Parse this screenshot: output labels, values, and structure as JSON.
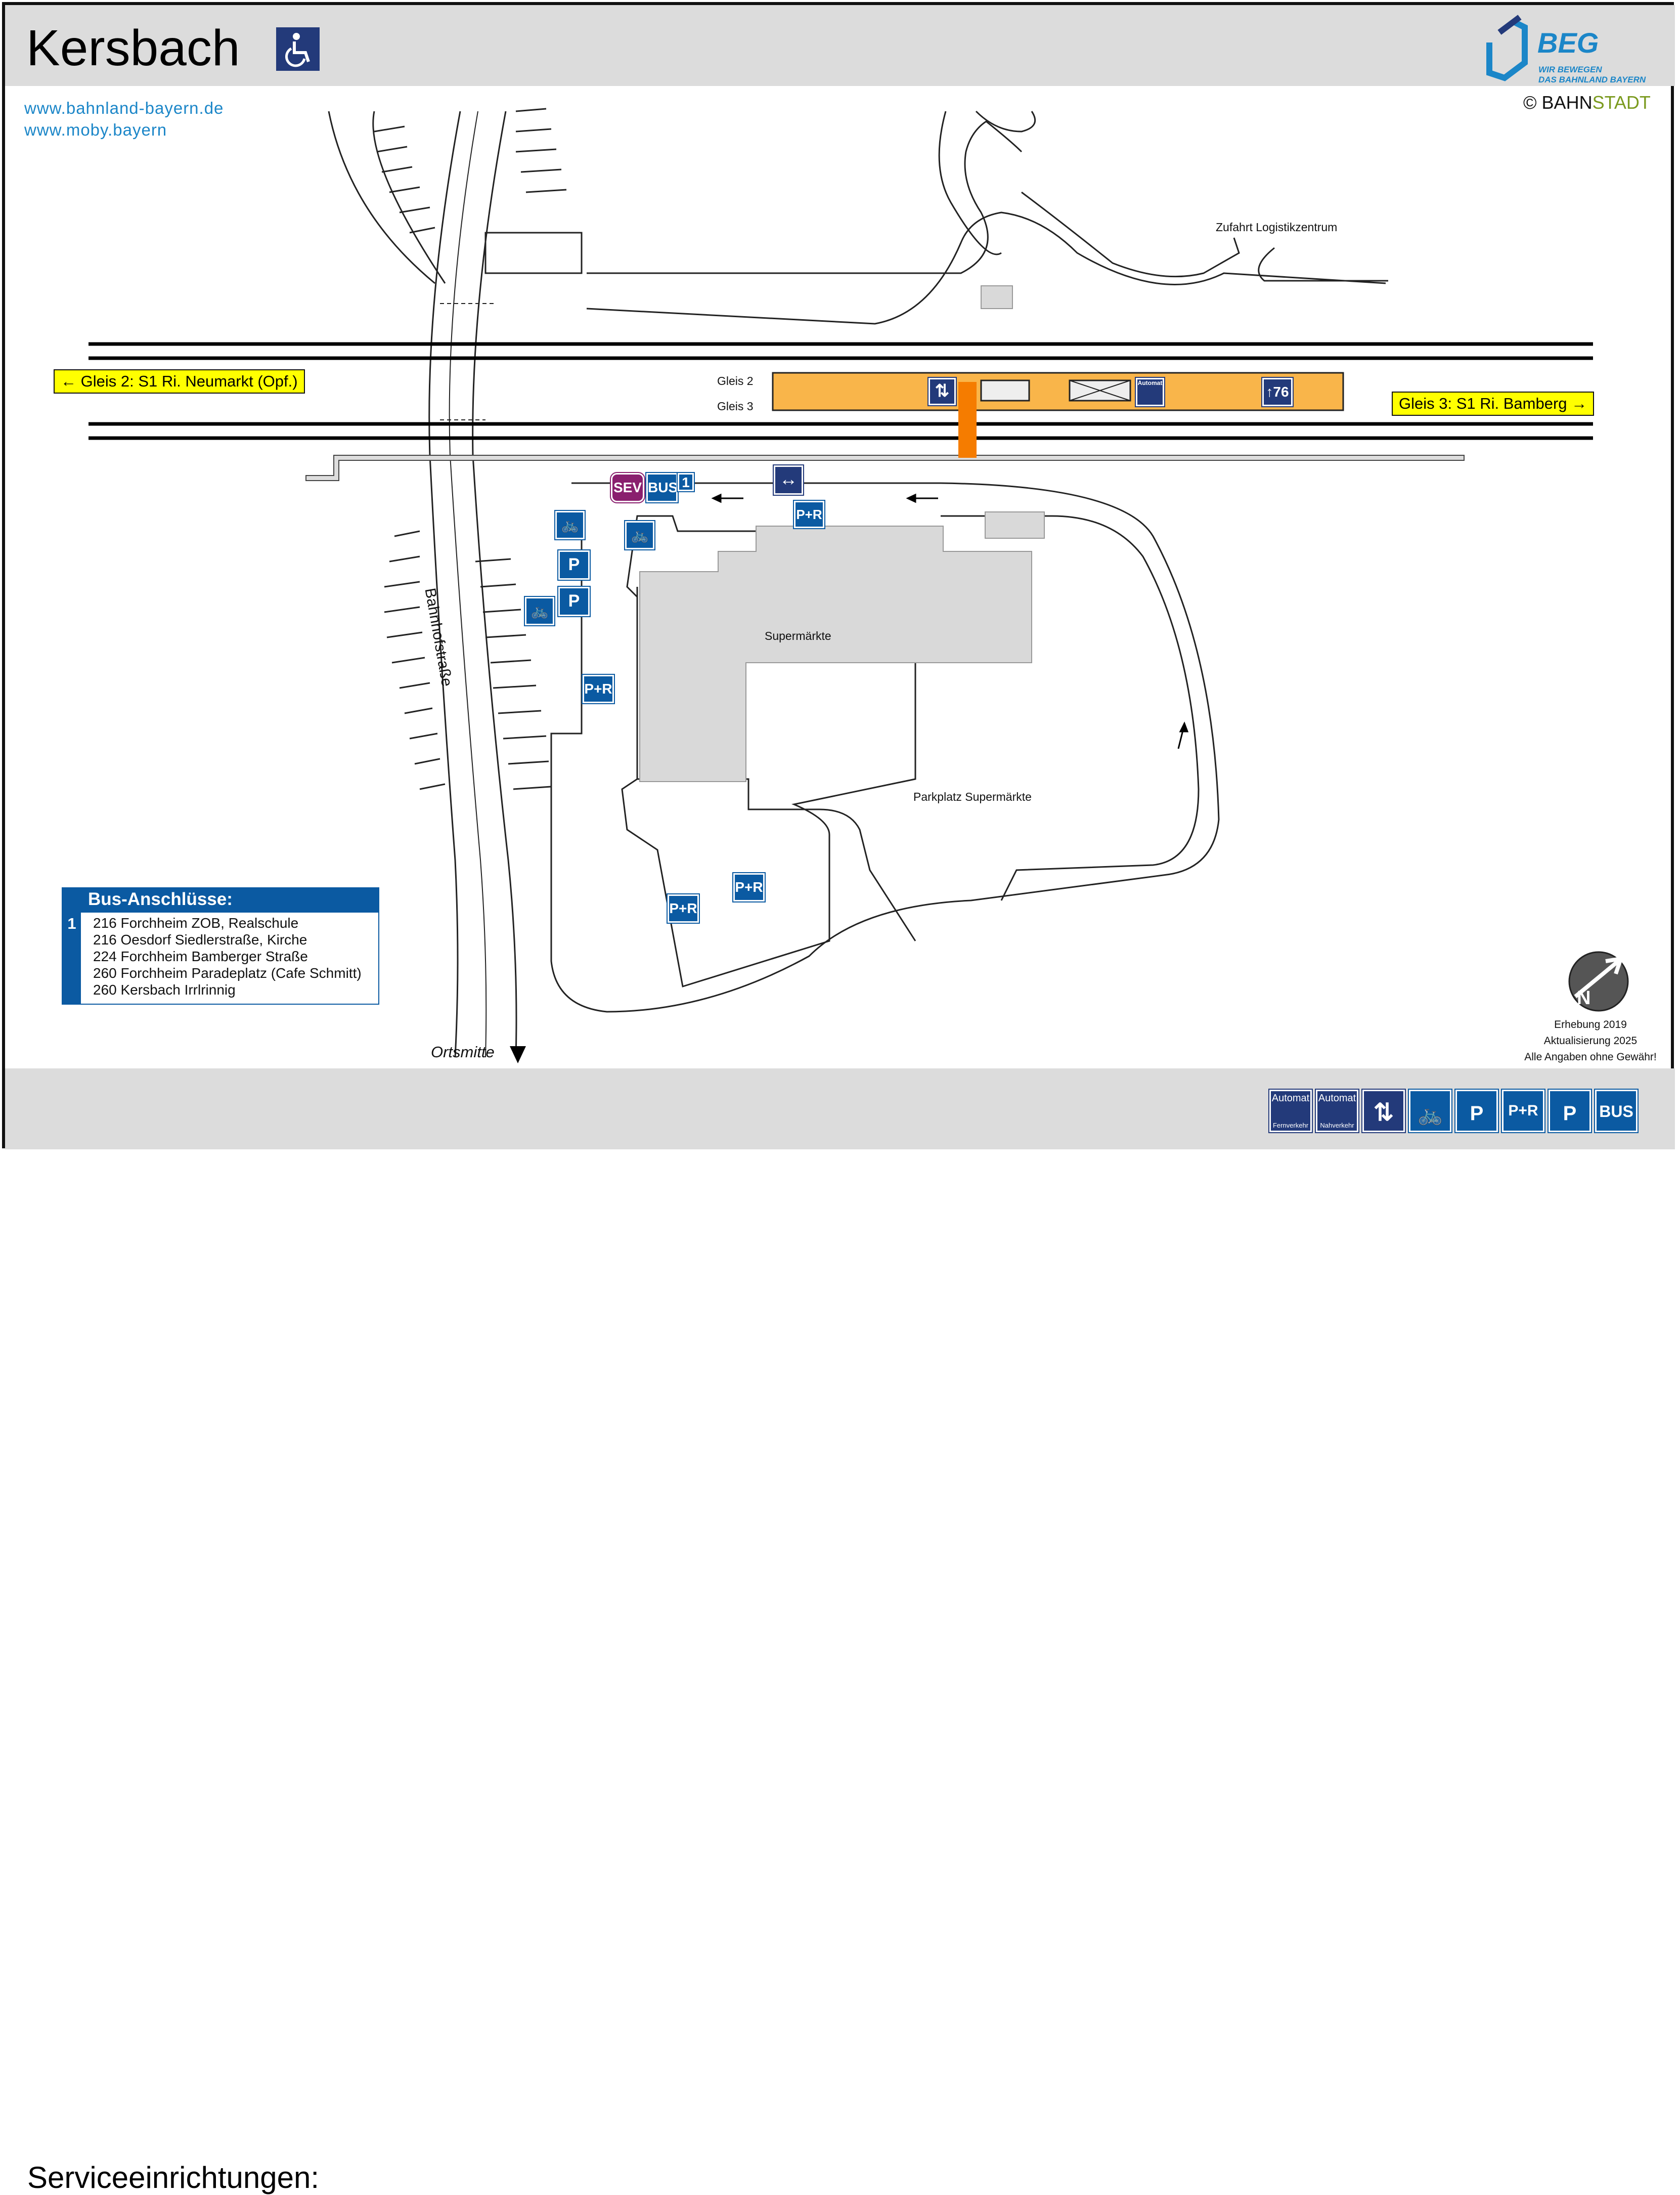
{
  "header": {
    "station_name": "Kersbach",
    "wheelchair_icon": "wheelchair-icon",
    "links": [
      "www.bahnland-bayern.de",
      "www.moby.bayern"
    ],
    "logo": {
      "brand": "BEG",
      "tagline_line1": "WIR BEWEGEN",
      "tagline_line2": "DAS BAHNLAND BAYERN"
    },
    "copyright": {
      "symbol": "©",
      "bahn": "BAHN",
      "stadt": "STADT"
    }
  },
  "colors": {
    "header_bg": "#dcdcdc",
    "platform": "#f9b54a",
    "stairs_orange": "#f57c00",
    "pictogram_blue": "#0b5aa2",
    "pictogram_navy": "#233a7a",
    "sev_purple": "#8a1f6e",
    "link_blue": "#1b86c8",
    "sign_yellow": "#ffff00",
    "building_grey": "#d9d9d9"
  },
  "map": {
    "track_signs": {
      "left": "← Gleis 2: S1 Ri. Neumarkt (Opf.)",
      "right": "Gleis 3: S1 Ri. Bamberg →"
    },
    "platform_labels": {
      "gleis2": "Gleis 2",
      "gleis3": "Gleis 3"
    },
    "labels": {
      "zufahrt": "Zufahrt Logistikzentrum",
      "supermaerkte": "Supermärkte",
      "parkplatz": "Parkplatz Supermärkte",
      "street": "Bahnhofstraße",
      "ortsmitte": "Ortsmitte"
    },
    "platform_icons": {
      "elevator": "elevator-icon",
      "ticket": "Automat",
      "exit_number": "76"
    },
    "pictograms": {
      "sev": "SEV",
      "bus": "BUS",
      "bus_stop_number": "1",
      "park_ride": "P+R",
      "parking": "P"
    }
  },
  "bus_connections": {
    "title": "Bus-Anschlüsse:",
    "stop_number": "1",
    "lines": [
      "216 Forchheim ZOB, Realschule",
      "216 Oesdorf Siedlerstraße, Kirche",
      "224 Forchheim Bamberger Straße",
      "260 Forchheim Paradeplatz (Cafe Schmitt)",
      "260 Kersbach Irrlrinnig"
    ]
  },
  "survey": {
    "line1": "Erhebung 2019",
    "line2": "Aktualisierung 2025",
    "line3": "Alle Angaben ohne Gewähr!"
  },
  "footer": {
    "label": "Serviceeinrichtungen:",
    "icons": [
      {
        "name": "ticket-machine-long-distance-icon",
        "top": "Automat",
        "bottom": "Fernverkehr"
      },
      {
        "name": "ticket-machine-local-icon",
        "top": "Automat",
        "bottom": "Nahverkehr"
      },
      {
        "name": "elevator-icon",
        "text": ""
      },
      {
        "name": "bicycle-parking-icon",
        "text": ""
      },
      {
        "name": "disabled-parking-icon",
        "text": "P"
      },
      {
        "name": "park-and-ride-icon",
        "text": "P+R"
      },
      {
        "name": "ev-charging-parking-icon",
        "text": "P"
      },
      {
        "name": "bus-icon",
        "text": "BUS"
      }
    ]
  }
}
